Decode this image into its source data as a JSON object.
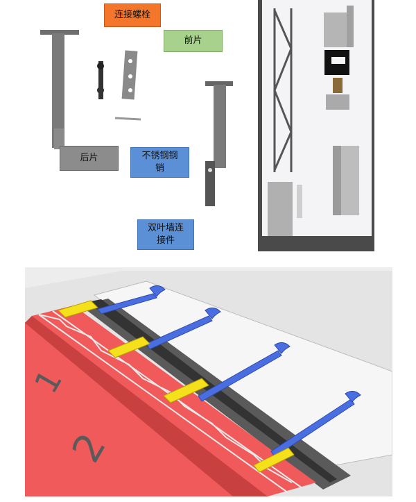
{
  "callouts": {
    "bolt": "连接螺栓",
    "front_plate": "前片",
    "back_plate": "后片",
    "pin_line1": "不锈钢钢",
    "pin_line2": "销",
    "connector_line1": "双叶墙连",
    "connector_line2": "接件"
  },
  "floor_numbers": {
    "one": "1",
    "two": "2"
  },
  "colors": {
    "bolt_callout": "#f4762b",
    "front_callout": "#a9d18e",
    "back_callout": "#8c8c8c",
    "pin_callout": "#5b8fd6",
    "connector_callout": "#5b8fd6",
    "brick": "#f05a5a",
    "tie": "#4a6ee0",
    "bracket": "#f5e11b",
    "insulation": "#5a5a5a",
    "inner_leaf": "#f2f2f2"
  }
}
